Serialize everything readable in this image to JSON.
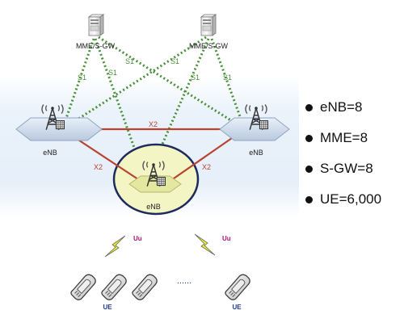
{
  "gateways": [
    {
      "label": "MME/S-GW"
    },
    {
      "label": "MME/S-GW"
    }
  ],
  "enbs": [
    {
      "label": "eNB"
    },
    {
      "label": "eNB"
    },
    {
      "label": "eNB"
    }
  ],
  "interfaces": {
    "s1": "S1",
    "x2": "X2",
    "uu": "Uu"
  },
  "ues": {
    "label": "UE",
    "ellipsis": "......"
  },
  "stats": [
    {
      "text": "eNB=8"
    },
    {
      "text": "MME=8"
    },
    {
      "text": "S-GW=8"
    },
    {
      "text": "UE=6,000"
    }
  ],
  "colors": {
    "s1_link": "#4a8f3a",
    "x2_link": "#b8432f",
    "uu_label": "#b01070",
    "ue_label": "#1e3a8a",
    "lightning": "#e9ef2a",
    "serving_cell_fill": "#f3f6c4"
  },
  "icons": [
    "server-icon",
    "cell-tower-icon",
    "lightning-icon",
    "cell-phone-icon"
  ]
}
